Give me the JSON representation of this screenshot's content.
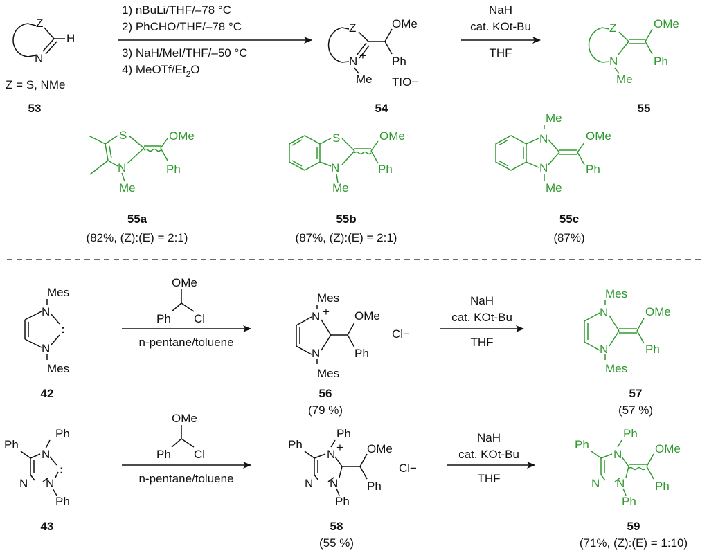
{
  "colors": {
    "product": "#2e9a2e",
    "ink": "#111111",
    "background": "#ffffff"
  },
  "top": {
    "sm53": {
      "z": "Z",
      "h": "H",
      "n": "N",
      "z_note": "Z = S, NMe",
      "label": "53"
    },
    "arrow1": {
      "step1": "1) nBuLi/THF/–78 °C",
      "step2": "2) PhCHO/THF/–78 °C",
      "step3": "3) NaH/MeI/THF/–50 °C",
      "step4_pre": "4) MeOTf/Et",
      "step4_sub": "2",
      "step4_post": "O"
    },
    "int54": {
      "z": "Z",
      "ome": "OMe",
      "n": "N",
      "plus": "+",
      "ph": "Ph",
      "me": "Me",
      "anion": "TfO−",
      "label": "54"
    },
    "arrow2": {
      "above1": "NaH",
      "above2": "cat. KOt-Bu",
      "below": "THF"
    },
    "prod55": {
      "z": "Z",
      "ome": "OMe",
      "n": "N",
      "ph": "Ph",
      "me": "Me",
      "label": "55"
    },
    "ex55a": {
      "s": "S",
      "n": "N",
      "me": "Me",
      "ome": "OMe",
      "ph": "Ph",
      "label": "55a",
      "yield": "(82%, (Z):(E) = 2:1)"
    },
    "ex55b": {
      "s": "S",
      "n": "N",
      "me": "Me",
      "ome": "OMe",
      "ph": "Ph",
      "label": "55b",
      "yield": "(87%, (Z):(E) = 2:1)"
    },
    "ex55c": {
      "n1": "N",
      "n2": "N",
      "me1": "Me",
      "me2": "Me",
      "ome": "OMe",
      "ph": "Ph",
      "label": "55c",
      "yield": "(87%)"
    }
  },
  "bottom": {
    "row1": {
      "sm": {
        "mes1": "Mes",
        "n1": "N",
        "n2": "N",
        "mes2": "Mes",
        "carbene": ":",
        "label": "42"
      },
      "arrow1": {
        "ome": "OMe",
        "ph": "Ph",
        "cl": "Cl",
        "below": "n-pentane/toluene"
      },
      "int": {
        "mes1": "Mes",
        "n1": "N",
        "plus": "+",
        "n2": "N",
        "mes2": "Mes",
        "ome": "OMe",
        "ph": "Ph",
        "anion": "Cl−",
        "label": "56",
        "yield": "(79 %)"
      },
      "arrow2": {
        "above1": "NaH",
        "above2": "cat. KOt-Bu",
        "below": "THF"
      },
      "prod": {
        "mes1": "Mes",
        "n1": "N",
        "n2": "N",
        "mes2": "Mes",
        "ome": "OMe",
        "ph": "Ph",
        "label": "57",
        "yield": "(57 %)"
      }
    },
    "row2": {
      "sm": {
        "ph_top": "Ph",
        "ph_left": "Ph",
        "n4": "N",
        "n1": "N",
        "n2": "N",
        "ph_bot": "Ph",
        "carbene": ":",
        "label": "43"
      },
      "arrow1": {
        "ome": "OMe",
        "ph": "Ph",
        "cl": "Cl",
        "below": "n-pentane/toluene"
      },
      "int": {
        "ph_top": "Ph",
        "ph_left": "Ph",
        "n4": "N",
        "plus": "+",
        "n1": "N",
        "n2": "N",
        "ph_bot": "Ph",
        "ome": "OMe",
        "ph": "Ph",
        "anion": "Cl−",
        "label": "58",
        "yield": "(55 %)"
      },
      "arrow2": {
        "above1": "NaH",
        "above2": "cat. KOt-Bu",
        "below": "THF"
      },
      "prod": {
        "ph_top": "Ph",
        "ph_left": "Ph",
        "n4": "N",
        "n1": "N",
        "n2": "N",
        "ph_bot": "Ph",
        "ome": "OMe",
        "ph": "Ph",
        "label": "59",
        "yield": "(71%, (Z):(E) = 1:10)"
      }
    }
  }
}
